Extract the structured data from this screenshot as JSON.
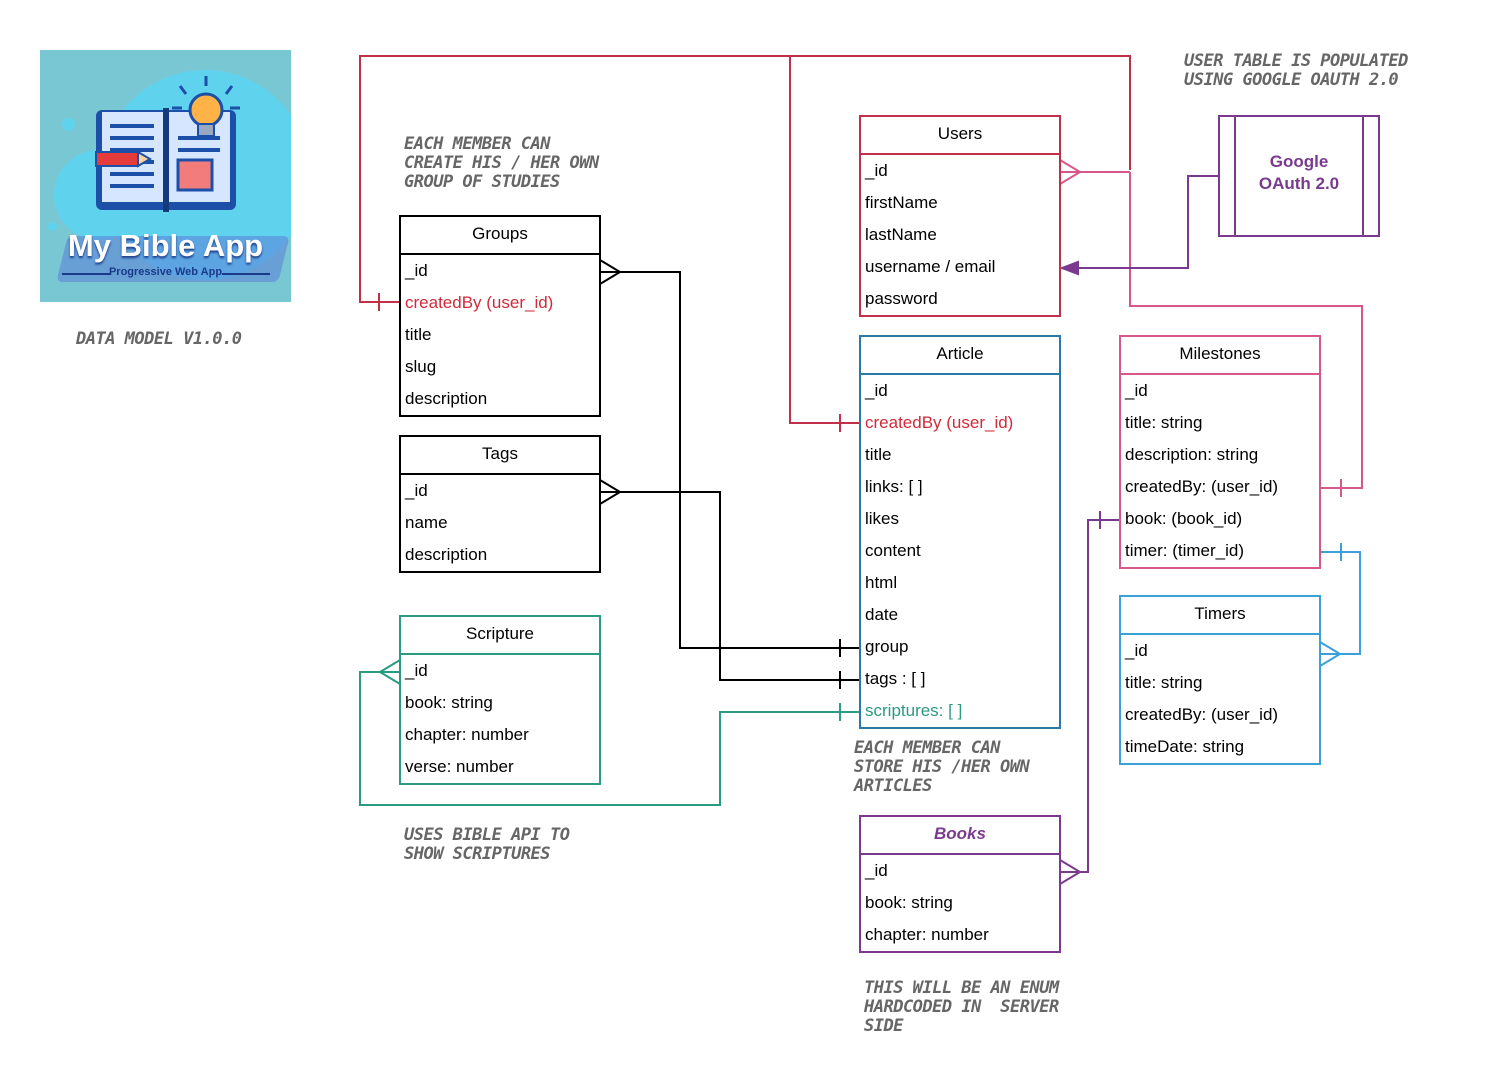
{
  "logo": {
    "title": "My Bible App",
    "subtitle": "Progressive Web App"
  },
  "notes": {
    "data_model": "DATA MODEL V1.0.0",
    "groups": "EACH MEMBER CAN\nCREATE HIS / HER OWN\nGROUP OF STUDIES",
    "users": "USER TABLE IS POPULATED\nUSING GOOGLE OAUTH 2.0",
    "articles": "EACH MEMBER CAN\nSTORE HIS /HER OWN\nARTICLES",
    "scriptures": "USES BIBLE API TO\nSHOW SCRIPTURES",
    "books": "THIS WILL BE AN ENUM\nHARDCODED IN  SERVER\nSIDE"
  },
  "google": {
    "label": "Google\nOAuth 2.0"
  },
  "colors": {
    "users": "#c0304a",
    "article": "#2a7aa6",
    "milestones": "#d6588a",
    "timers": "#3aa0d8",
    "scripture": "#2a9a80",
    "books": "#7a3b8e",
    "neutral": "#000000",
    "highlight_red": "#d02a3a",
    "highlight_green": "#2a9a80",
    "note_gray": "#666666"
  },
  "entities": {
    "groups": {
      "title": "Groups",
      "fields": [
        "_id",
        "createdBy (user_id)",
        "title",
        "slug",
        "description"
      ]
    },
    "tags": {
      "title": "Tags",
      "fields": [
        "_id",
        "name",
        "description"
      ]
    },
    "scripture": {
      "title": "Scripture",
      "fields": [
        "_id",
        "book: string",
        "chapter: number",
        "verse: number"
      ]
    },
    "users": {
      "title": "Users",
      "fields": [
        "_id",
        "firstName",
        "lastName",
        "username / email",
        "password"
      ]
    },
    "article": {
      "title": "Article",
      "fields": [
        "_id",
        "createdBy (user_id)",
        "title",
        "links: [ ]",
        "likes",
        "content",
        "html",
        "date",
        "group",
        "tags : [ ]",
        "scriptures: [ ]"
      ]
    },
    "milestones": {
      "title": "Milestones",
      "fields": [
        "_id",
        "title: string",
        "description: string",
        "createdBy: (user_id)",
        "book: (book_id)",
        "timer: (timer_id)"
      ]
    },
    "timers": {
      "title": "Timers",
      "fields": [
        "_id",
        "title: string",
        "createdBy: (user_id)",
        "timeDate: string"
      ]
    },
    "books": {
      "title": "Books",
      "fields": [
        "_id",
        "book: string",
        "chapter: number"
      ]
    }
  }
}
